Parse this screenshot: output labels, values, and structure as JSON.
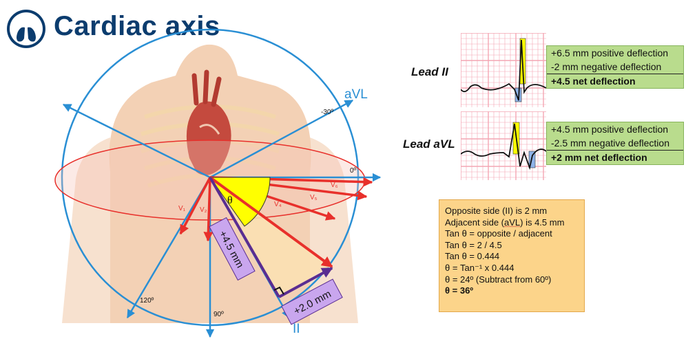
{
  "title": "Cardiac axis",
  "diagram": {
    "lead_avl": "aVL",
    "lead_ii": "II",
    "angle_minus30": "-30º",
    "angle_0": "0º",
    "angle_120": "120º",
    "angle_90": "90º",
    "theta": "θ",
    "v1": "V₁",
    "v2": "V₂",
    "v4": "V₄",
    "v5": "V₅",
    "v6": "V₆",
    "box_45": "+4.5 mm",
    "box_20": "+2.0 mm"
  },
  "ecg_lead_ii": {
    "label": "Lead II",
    "lines": [
      "+6.5 mm positive deflection",
      "-2 mm negative deflection",
      "+4.5 net deflection"
    ]
  },
  "ecg_lead_avl": {
    "label": "Lead aVL",
    "lines": [
      "+4.5 mm positive deflection",
      "-2.5 mm negative deflection",
      "+2 mm net deflection"
    ]
  },
  "calculation": {
    "line1": "Opposite side (II) is 2 mm",
    "line2a": "Adjacent side (",
    "line2b": "aVL",
    "line2c": ") is 4.5 mm",
    "line3": "Tan θ = opposite / adjacent",
    "line4": "Tan θ = 2 / 4.5",
    "line5": "Tan θ = 0.444",
    "line6": "θ = Tan⁻¹ x 0.444",
    "line7": "θ = 24º (Subtract from 60º)",
    "line8": "θ = 36º"
  },
  "colors": {
    "title": "#0b3c6e",
    "axis_blue": "#2a8fd4",
    "chest_red": "#e8302b",
    "theta_yellow": "#ffff00",
    "label_purple": "#c9a6ee",
    "ecg_grid": "#f4a6b3",
    "note_green": "#b9dc8d",
    "calc_orange": "#fcd48a"
  }
}
